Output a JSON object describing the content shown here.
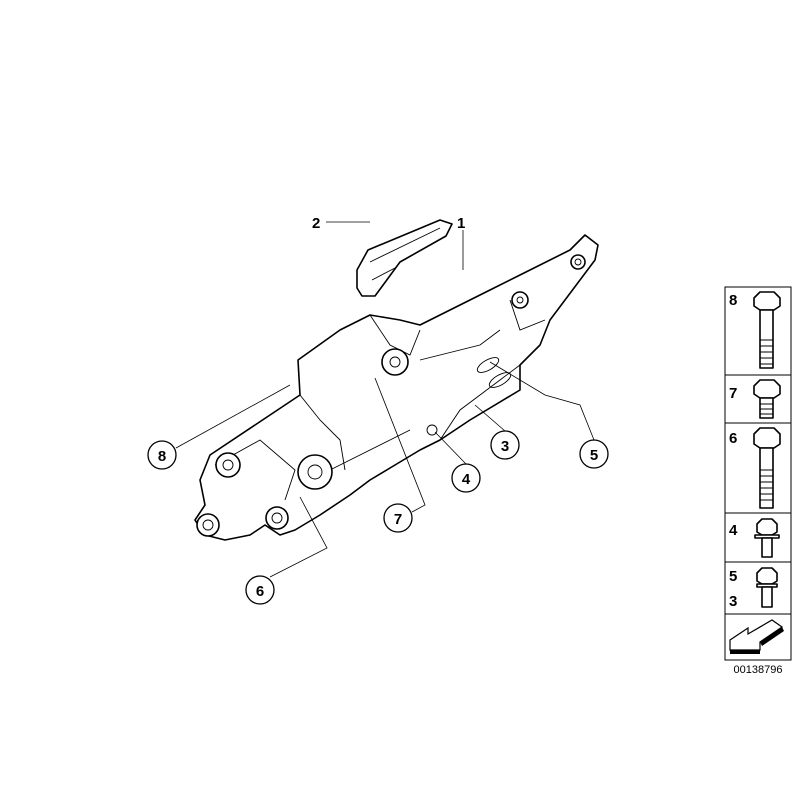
{
  "diagram": {
    "callouts": [
      {
        "id": "1",
        "label": "1",
        "circled": false
      },
      {
        "id": "2",
        "label": "2",
        "circled": false
      },
      {
        "id": "3",
        "label": "3",
        "circled": true
      },
      {
        "id": "4",
        "label": "4",
        "circled": true
      },
      {
        "id": "5",
        "label": "5",
        "circled": true
      },
      {
        "id": "6",
        "label": "6",
        "circled": true
      },
      {
        "id": "7",
        "label": "7",
        "circled": true
      },
      {
        "id": "8",
        "label": "8",
        "circled": true
      }
    ],
    "legend_panel": {
      "rows": [
        {
          "labels": [
            "8"
          ],
          "icon": "long-hex-bolt"
        },
        {
          "labels": [
            "7"
          ],
          "icon": "short-hex-bolt"
        },
        {
          "labels": [
            "6"
          ],
          "icon": "long-hex-bolt"
        },
        {
          "labels": [
            "4"
          ],
          "icon": "flange-hex-bolt"
        },
        {
          "labels": [
            "5",
            "3"
          ],
          "icon": "flange-hex-bolt-small"
        },
        {
          "labels": [],
          "icon": "direction-arrow"
        }
      ]
    },
    "part_number": "00138796"
  }
}
